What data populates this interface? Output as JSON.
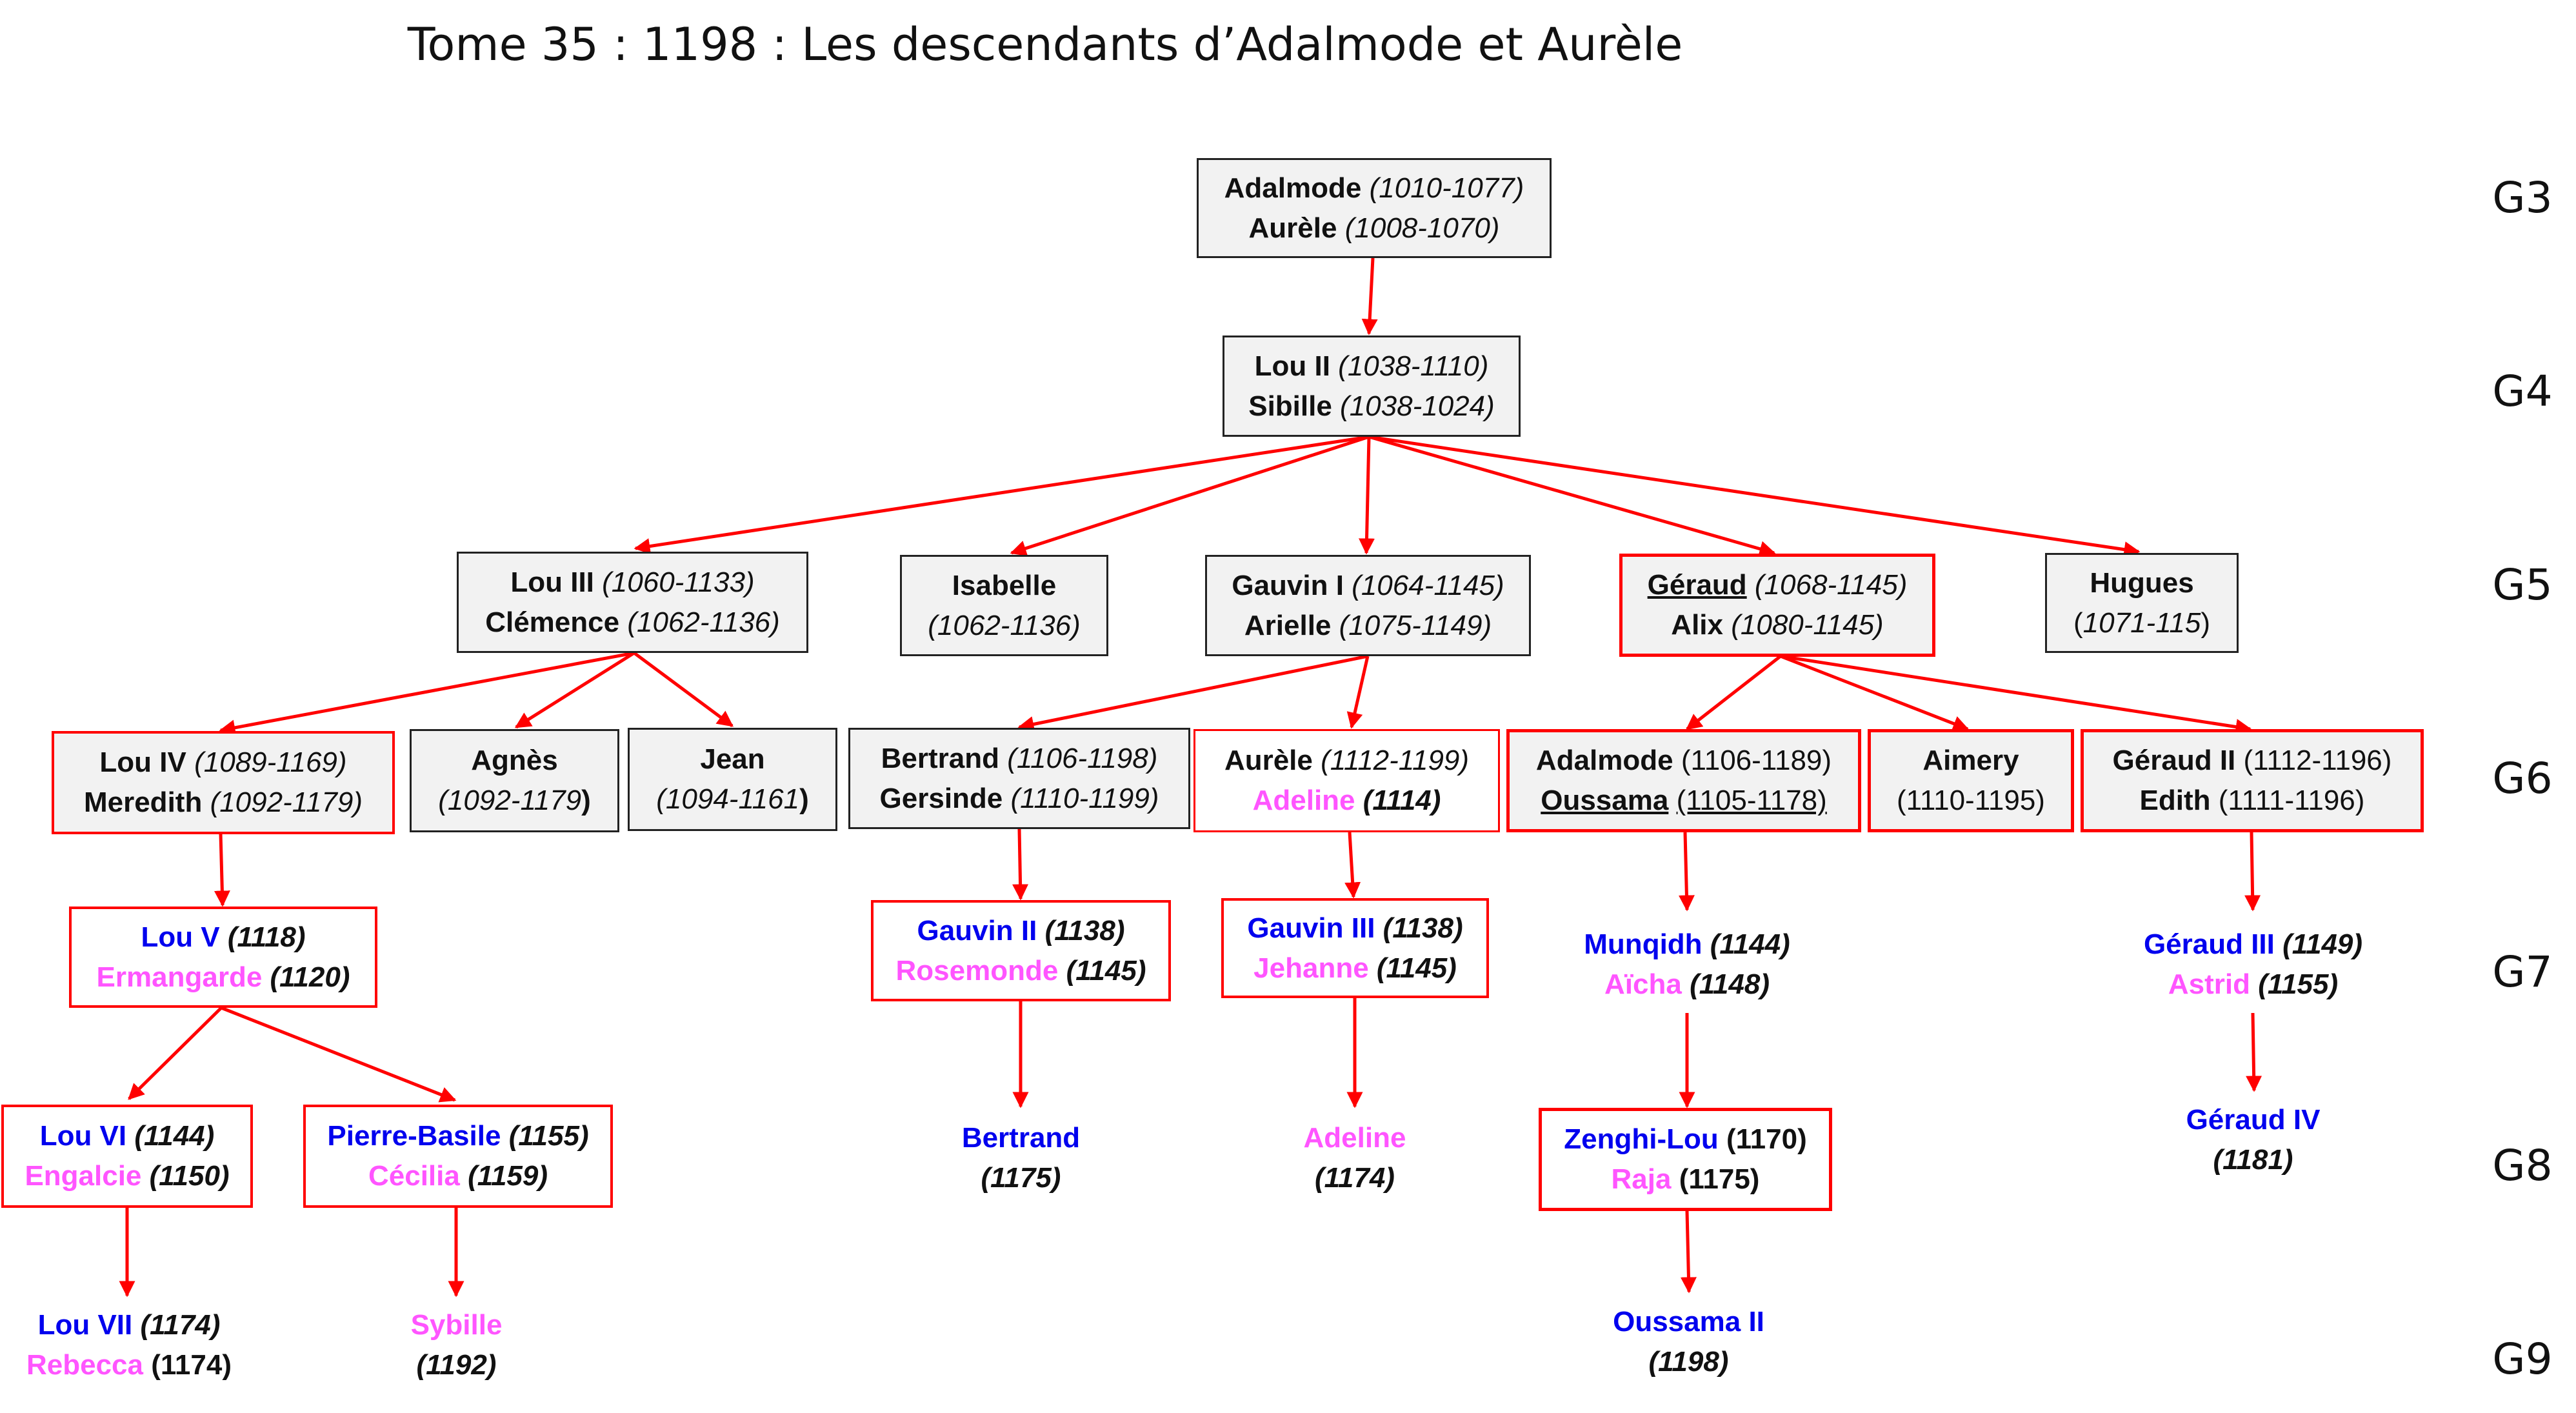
{
  "title": "Tome 35 : 1198 : Les descendants d’Adalmode et Aurèle",
  "generations": [
    "G3",
    "G4",
    "G5",
    "G6",
    "G7",
    "G8",
    "G9"
  ],
  "colors": {
    "arrow": "#ff0000",
    "male": "#0000ee",
    "female": "#ff55ff",
    "box_fill": "#f2f2f2"
  },
  "nodes": {
    "adalmode_aurele": {
      "l1n": "Adalmode",
      "l1d": "(1010-1077)",
      "l2n": "Aurèle",
      "l2d": "(1008-1070)"
    },
    "lou2_sibille": {
      "l1n": "Lou II",
      "l1d": "(1038-1110)",
      "l2n": "Sibille",
      "l2d": "(1038-1024)"
    },
    "lou3_clemence": {
      "l1n": "Lou III",
      "l1d": "(1060-1133)",
      "l2n": "Clémence",
      "l2d": "(1062-1136)"
    },
    "isabelle": {
      "l1n": "Isabelle",
      "l2d": "(1062-1136)"
    },
    "gauvin1_arielle": {
      "l1n": "Gauvin I",
      "l1d": "(1064-1145)",
      "l2n": "Arielle",
      "l2d": "(1075-1149)"
    },
    "geraud_alix": {
      "l1n": "Géraud",
      "l1d": "(1068-1145)",
      "l2n": "Alix",
      "l2d": "(1080-1145)"
    },
    "hugues": {
      "l1n": "Hugues",
      "l2a": "(",
      "l2d": "1071-115",
      "l2b": ")"
    },
    "lou4_meredith": {
      "l1n": "Lou IV",
      "l1d": "(1089-1169)",
      "l2n": "Meredith",
      "l2d": "(1092-1179)"
    },
    "agnes": {
      "l1n": "Agnès",
      "l2d": "(1092-1179",
      "l2b": ")"
    },
    "jean": {
      "l1n": "Jean",
      "l2d": "(1094-1161",
      "l2b": ")"
    },
    "bertrand_gersinde": {
      "l1n": "Bertrand",
      "l1d": "(1106-1198)",
      "l2n": "Gersinde",
      "l2d": "(1110-1199)"
    },
    "aurele_adeline": {
      "l1n": "Aurèle",
      "l1d": "(1112-1199)",
      "l2n": "Adeline",
      "l2d": "(1114)"
    },
    "adalmode_oussama": {
      "l1n": "Adalmode",
      "l1d": "(1106-1189)",
      "l2n": "Oussama",
      "l2d": "(1105-1178)"
    },
    "aimery": {
      "l1n": "Aimery",
      "l2d": "(1110-1195)"
    },
    "geraud2_edith": {
      "l1n": "Géraud II ",
      "l1d": "(1112-1196)",
      "l2n": "Edith",
      "l2d": "(1111-1196)"
    },
    "lou5_ermangarde": {
      "l1n": "Lou V",
      "l1d": "(1118)",
      "l2n": "Ermangarde",
      "l2d": "(1120)"
    },
    "gauvin2_rosemonde": {
      "l1n": "Gauvin II",
      "l1d": "(1138)",
      "l2n": "Rosemonde",
      "l2d": "(1145)"
    },
    "gauvin3_jehanne": {
      "l1n": "Gauvin III",
      "l1d": "(1138)",
      "l2n": "Jehanne",
      "l2d": "(1145)"
    },
    "munqidh_aicha": {
      "l1n": "Munqidh",
      "l1d": "(1144)",
      "l2n": "Aïcha",
      "l2d": "(1148)"
    },
    "geraud3_astrid": {
      "l1n": "Géraud III",
      "l1d": "(1149)",
      "l2n": "Astrid",
      "l2d": "(1155)"
    },
    "lou6_engalcie": {
      "l1n": "Lou VI ",
      "l1d": "(1144)",
      "l2n": "Engalcie",
      "l2d": "(1150)"
    },
    "pierrebasile_cecilia": {
      "l1n": "Pierre-Basile",
      "l1d": "(1155)",
      "l2n": "Cécilia",
      "l2d": "(1159)"
    },
    "bertrand_g8": {
      "l1n": "Bertrand",
      "l2d": "(1175)"
    },
    "adeline_g8": {
      "l1n": "Adeline",
      "l2d": "(1174)"
    },
    "zenghi_raja": {
      "l1n": "Zenghi-Lou",
      "l1d": "(1170)",
      "l2n": "Raja",
      "l2d": "(1175)"
    },
    "geraud4": {
      "l1n": "Géraud IV",
      "l2d": "(1181)"
    },
    "lou7_rebecca": {
      "l1n": "Lou VII",
      "l1d": "(1174)",
      "l2n": "Rebecca",
      "l2d": "(1174)"
    },
    "sybille": {
      "l1n": "Sybille",
      "l2d": "(1192)"
    },
    "oussama2": {
      "l1n": "Oussama II",
      "l2d": "(1198)"
    }
  }
}
